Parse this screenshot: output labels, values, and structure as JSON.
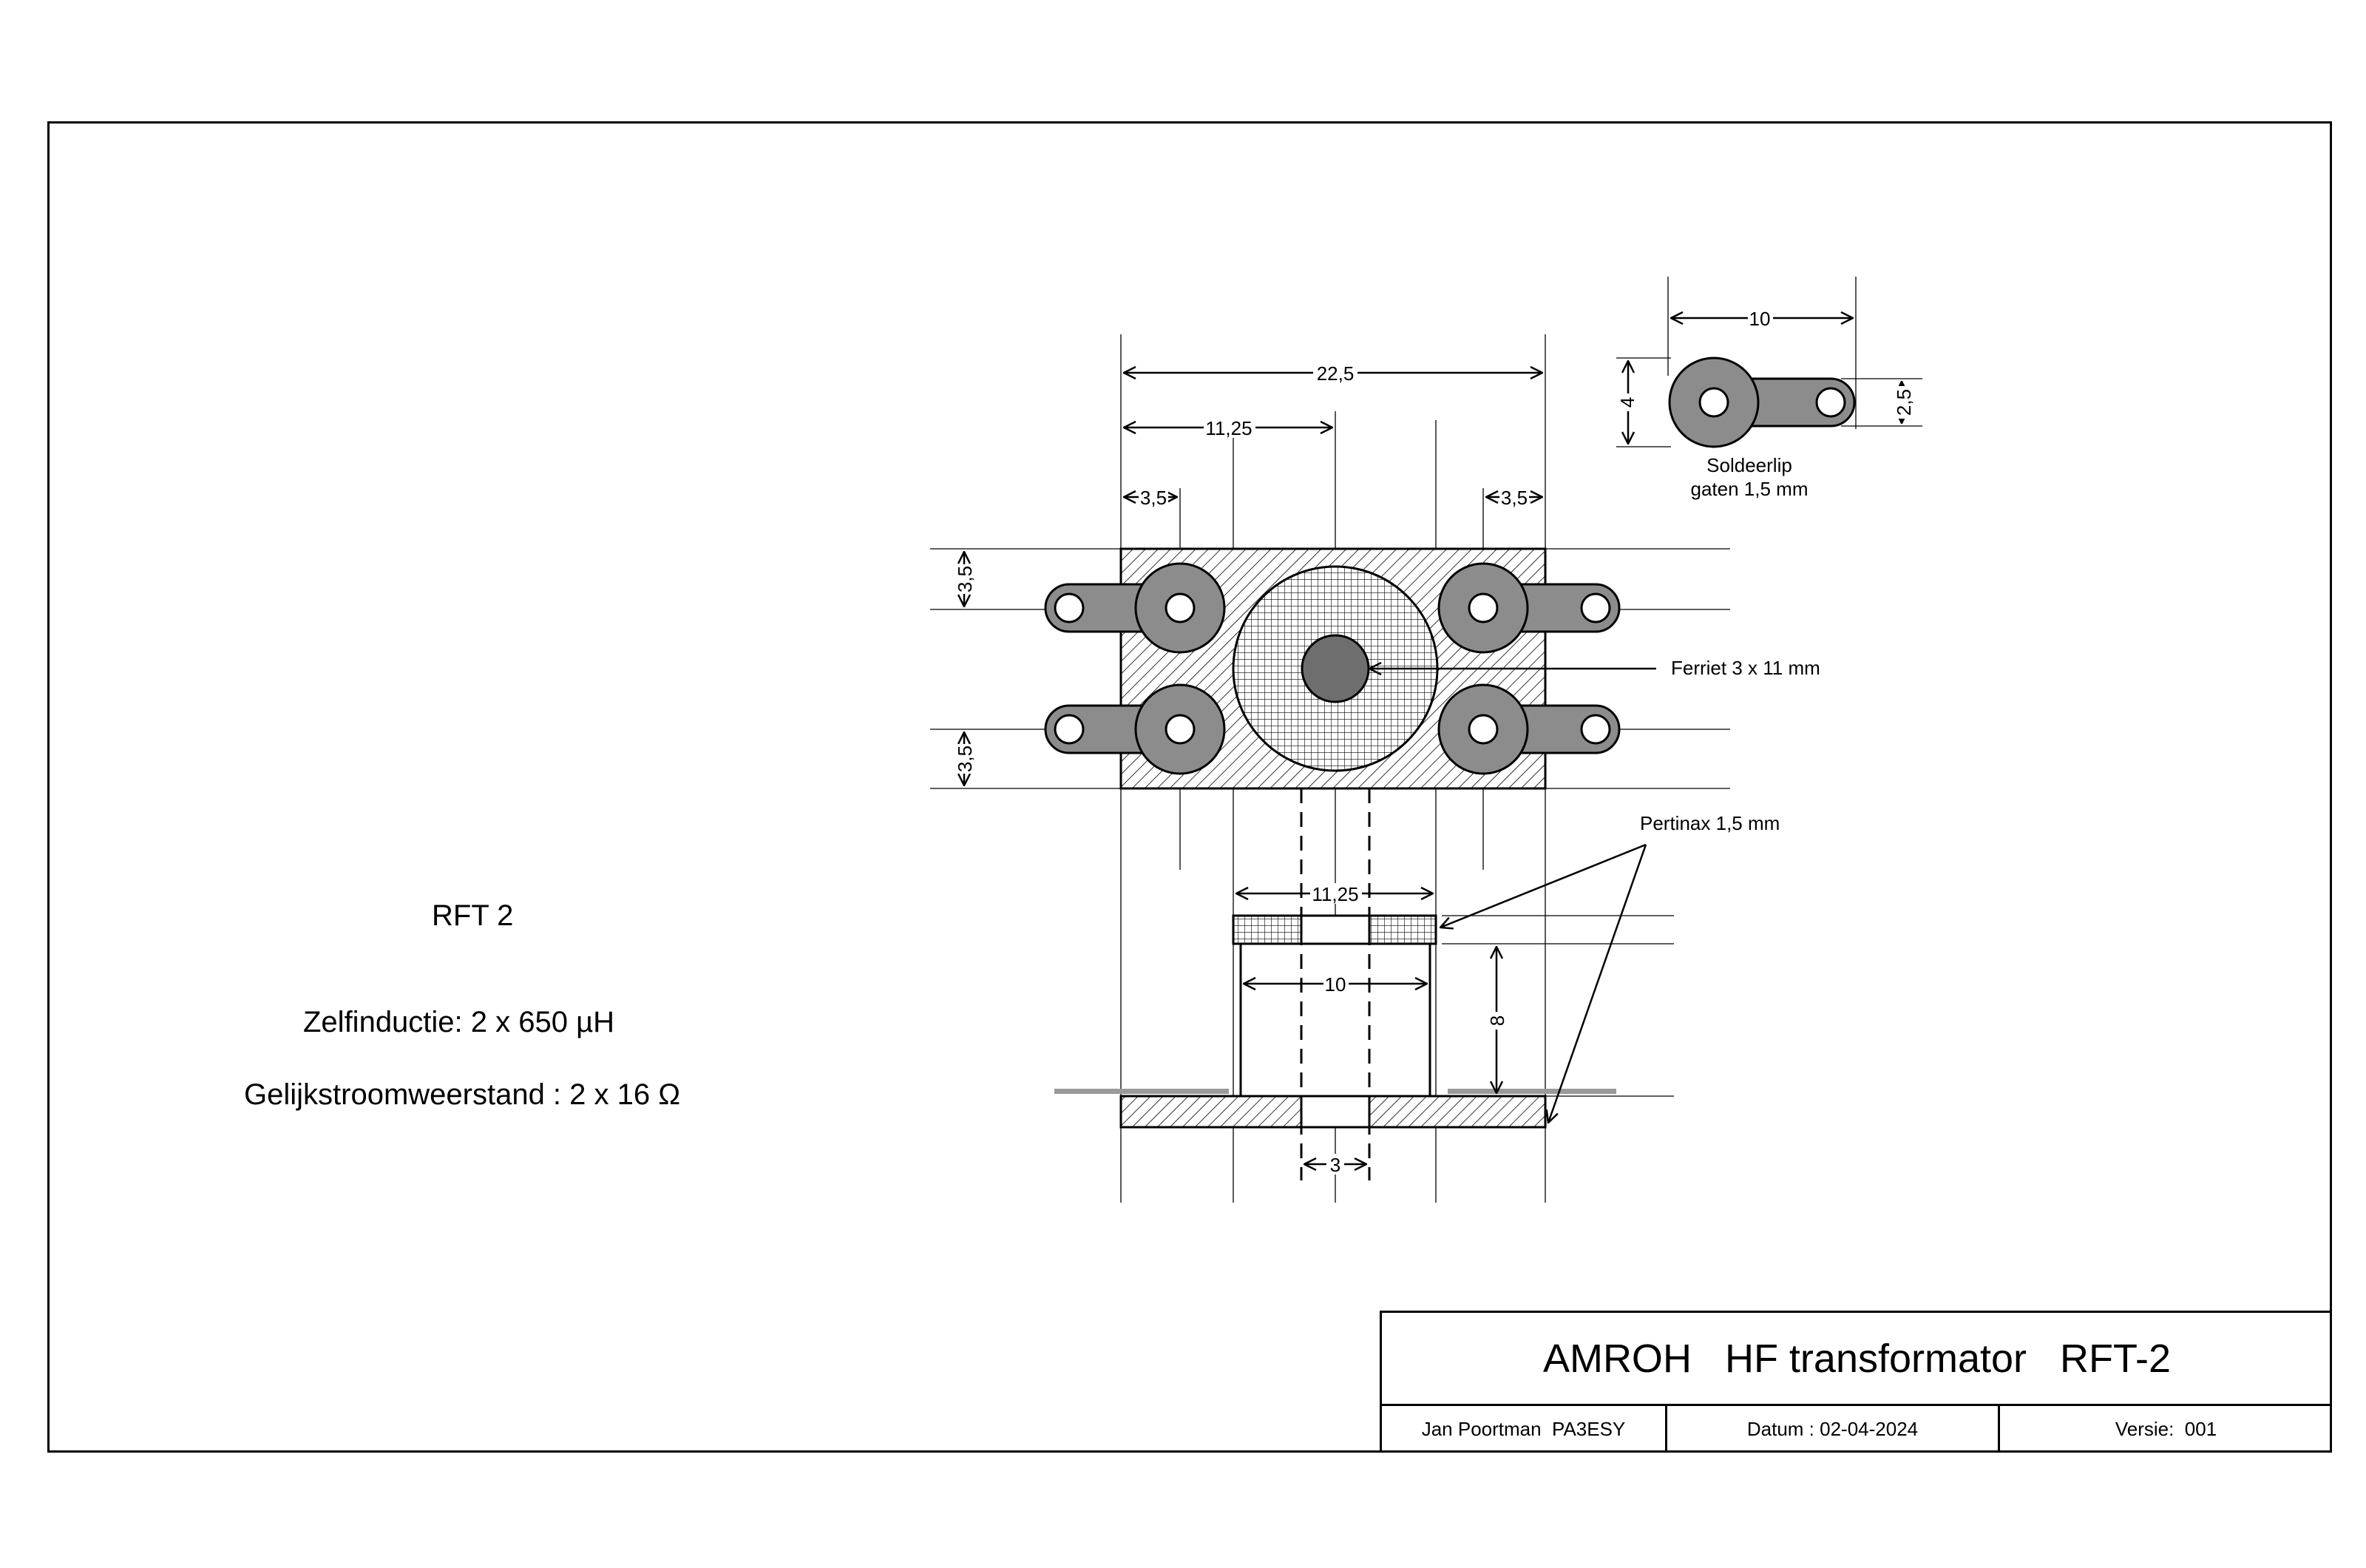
{
  "specs": {
    "name": "RFT 2",
    "inductance": "Zelfinductie:  2  x  650 µH",
    "resistance": "Gelijkstroomweerstand : 2  x  16 Ω"
  },
  "title_block": {
    "title": "AMROH   HF transformator   RFT-2",
    "author": "Jan Poortman  PA3ESY",
    "date": "Datum : 02-04-2024",
    "version": "Versie:  001"
  },
  "drawing": {
    "dimensions": {
      "overall_width": "22,5",
      "half_width": "11,25",
      "edge_left": "3,5",
      "edge_right": "3,5",
      "vertical_top": "3,5",
      "vertical_bottom": "3,5",
      "lug_length": "10",
      "lug_height": "4",
      "lug_tab": "2,5",
      "disc_width": "11,25",
      "bobbin_inner": "10",
      "bobbin_height": "8",
      "hole": "3"
    },
    "labels": {
      "solder_lug": "Soldeerlip",
      "lug_holes": "gaten 1,5 mm",
      "ferrite": "Ferriet 3 x 11 mm",
      "pertinax": "Pertinax 1,5 mm"
    }
  },
  "colors": {
    "lug_fill": "#8c8c8c",
    "ferrite_fill": "#6e6e6e",
    "line": "#000000"
  }
}
